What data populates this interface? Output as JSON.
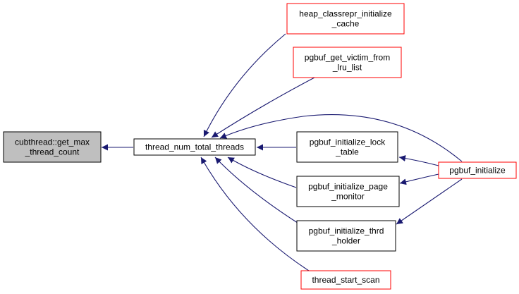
{
  "graph": {
    "nodes": [
      {
        "id": "get_max",
        "lines": [
          "cubthread::get_max",
          "_thread_count"
        ],
        "style": "current"
      },
      {
        "id": "num_total",
        "lines": [
          "thread_num_total_threads"
        ],
        "style": "normal"
      },
      {
        "id": "heap_cache",
        "lines": [
          "heap_classrepr_initialize",
          "_cache"
        ],
        "style": "leaf"
      },
      {
        "id": "victim",
        "lines": [
          "pgbuf_get_victim_from",
          "_lru_list"
        ],
        "style": "leaf"
      },
      {
        "id": "lock_table",
        "lines": [
          "pgbuf_initialize_lock",
          "_table"
        ],
        "style": "normal"
      },
      {
        "id": "page_monitor",
        "lines": [
          "pgbuf_initialize_page",
          "_monitor"
        ],
        "style": "normal"
      },
      {
        "id": "thrd_holder",
        "lines": [
          "pgbuf_initialize_thrd",
          "_holder"
        ],
        "style": "normal"
      },
      {
        "id": "start_scan",
        "lines": [
          "thread_start_scan"
        ],
        "style": "leaf"
      },
      {
        "id": "pgbuf_init",
        "lines": [
          "pgbuf_initialize"
        ],
        "style": "leaf"
      }
    ],
    "edges": [
      {
        "from": "num_total",
        "to": "get_max"
      },
      {
        "from": "heap_cache",
        "to": "num_total"
      },
      {
        "from": "victim",
        "to": "num_total"
      },
      {
        "from": "pgbuf_init",
        "to": "num_total"
      },
      {
        "from": "lock_table",
        "to": "num_total"
      },
      {
        "from": "page_monitor",
        "to": "num_total"
      },
      {
        "from": "thrd_holder",
        "to": "num_total"
      },
      {
        "from": "start_scan",
        "to": "num_total"
      },
      {
        "from": "pgbuf_init",
        "to": "lock_table"
      },
      {
        "from": "pgbuf_init",
        "to": "page_monitor"
      },
      {
        "from": "pgbuf_init",
        "to": "thrd_holder"
      }
    ]
  },
  "colors": {
    "edge": "#191970",
    "current_fill": "#bfbfbf",
    "current_border": "#000000",
    "normal_border": "#000000",
    "leaf_border": "#ff0000",
    "node_fill": "#ffffff"
  }
}
